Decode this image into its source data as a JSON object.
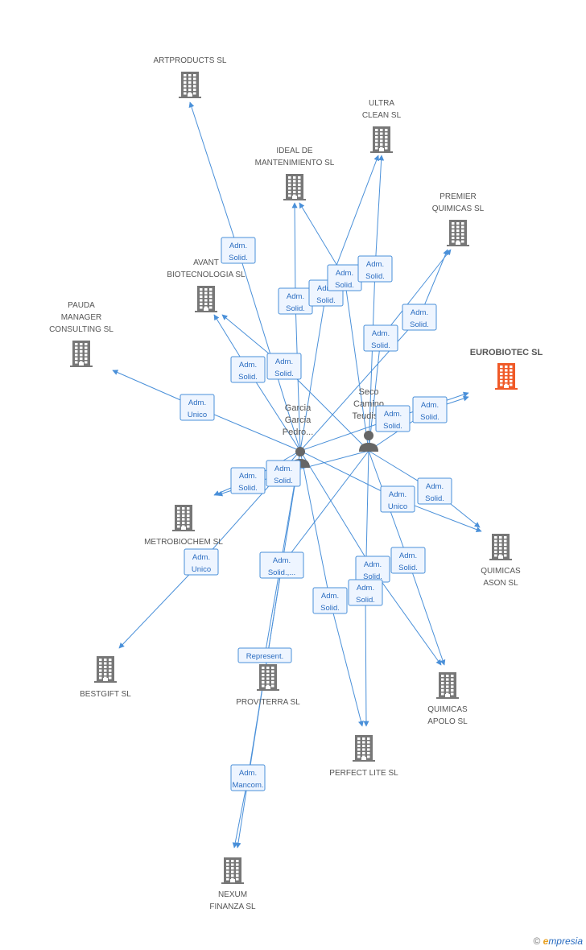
{
  "companies": [
    {
      "id": "artproducts",
      "label": [
        "ARTPRODUCTS SL"
      ],
      "color": "#777777"
    },
    {
      "id": "ultra",
      "label": [
        "ULTRA",
        "CLEAN SL"
      ],
      "color": "#777777"
    },
    {
      "id": "ideal",
      "label": [
        "IDEAL DE",
        "MANTENIMIENTO SL"
      ],
      "color": "#777777"
    },
    {
      "id": "premier",
      "label": [
        "PREMIER",
        "QUIMICAS SL"
      ],
      "color": "#777777"
    },
    {
      "id": "avant",
      "label": [
        "AVANT",
        "BIOTECNOLOGIA SL"
      ],
      "color": "#777777"
    },
    {
      "id": "pauda",
      "label": [
        "PAUDA",
        "MANAGER",
        "CONSULTING SL"
      ],
      "color": "#777777"
    },
    {
      "id": "eurobiotec",
      "label": [
        "EUROBIOTEC SL"
      ],
      "color": "#f05a28",
      "main": true
    },
    {
      "id": "metrobiochem",
      "label": [
        "METROBIOCHEM SL"
      ],
      "color": "#777777"
    },
    {
      "id": "quimicas_ason",
      "label": [
        "QUIMICAS",
        "ASON SL"
      ],
      "color": "#777777"
    },
    {
      "id": "bestgift",
      "label": [
        "BESTGIFT SL"
      ],
      "color": "#777777"
    },
    {
      "id": "proviterra",
      "label": [
        "PROVITERRA SL"
      ],
      "color": "#777777"
    },
    {
      "id": "quimicas_apolo",
      "label": [
        "QUIMICAS",
        "APOLO SL"
      ],
      "color": "#777777"
    },
    {
      "id": "perfect",
      "label": [
        "PERFECT LITE SL"
      ],
      "color": "#777777"
    },
    {
      "id": "nexum",
      "label": [
        "NEXUM",
        "FINANZA  SL"
      ],
      "color": "#777777"
    }
  ],
  "persons": [
    {
      "id": "garcia",
      "label": [
        "Garcia",
        "Garcia",
        "Pedro..."
      ]
    },
    {
      "id": "seco",
      "label": [
        "Seco",
        "Camino",
        "Teudis..."
      ]
    }
  ],
  "relations": [
    {
      "from": "garcia",
      "to": "artproducts",
      "label": [
        "Adm.",
        "Solid."
      ]
    },
    {
      "from": "garcia",
      "to": "ideal",
      "label": [
        "Adm.",
        "Solid."
      ]
    },
    {
      "from": "garcia",
      "to": "ultra",
      "label": [
        "Adm.",
        "Solid."
      ]
    },
    {
      "from": "garcia",
      "to": "avant",
      "label": [
        "Adm.",
        "Solid."
      ]
    },
    {
      "from": "garcia",
      "to": "pauda",
      "label": [
        "Adm.",
        "Unico"
      ]
    },
    {
      "from": "garcia",
      "to": "premier",
      "label": [
        "Adm.",
        "Solid."
      ]
    },
    {
      "from": "garcia",
      "to": "eurobiotec",
      "label": [
        "Adm.",
        "Solid."
      ]
    },
    {
      "from": "garcia",
      "to": "metrobiochem",
      "label": [
        "Adm.",
        "Solid."
      ]
    },
    {
      "from": "garcia",
      "to": "bestgift",
      "label": [
        "Adm.",
        "Unico"
      ]
    },
    {
      "from": "garcia",
      "to": "proviterra",
      "label": [
        "Represent."
      ]
    },
    {
      "from": "garcia",
      "to": "nexum",
      "label": [
        "Adm.",
        "Mancom."
      ]
    },
    {
      "from": "garcia",
      "to": "perfect",
      "label": [
        "Adm.",
        "Solid."
      ]
    },
    {
      "from": "garcia",
      "to": "quimicas_apolo",
      "label": [
        "Adm.",
        "Solid."
      ]
    },
    {
      "from": "garcia",
      "to": "quimicas_ason",
      "label": [
        "Adm.",
        "Unico"
      ]
    },
    {
      "from": "seco",
      "to": "ideal",
      "label": [
        "Adm.",
        "Solid."
      ]
    },
    {
      "from": "seco",
      "to": "ultra",
      "label": [
        "Adm.",
        "Solid."
      ]
    },
    {
      "from": "seco",
      "to": "avant",
      "label": [
        "Adm.",
        "Solid."
      ]
    },
    {
      "from": "seco",
      "to": "premier",
      "label": [
        "Adm.",
        "Solid."
      ]
    },
    {
      "from": "seco",
      "to": "eurobiotec",
      "label": [
        "Adm.",
        "Solid."
      ]
    },
    {
      "from": "seco",
      "to": "metrobiochem",
      "label": [
        "Adm.",
        "Solid."
      ]
    },
    {
      "from": "seco",
      "to": "quimicas_ason",
      "label": [
        "Adm.",
        "Solid."
      ]
    },
    {
      "from": "seco",
      "to": "quimicas_apolo",
      "label": [
        "Adm.",
        "Solid."
      ]
    },
    {
      "from": "seco",
      "to": "perfect",
      "label": [
        "Adm.",
        "Solid."
      ]
    },
    {
      "from": "seco",
      "to": "nexum",
      "label": [
        "Adm.",
        "Solid.,..."
      ]
    }
  ],
  "brand": {
    "copyright": "©",
    "e": "e",
    "rest": "mpresia"
  }
}
